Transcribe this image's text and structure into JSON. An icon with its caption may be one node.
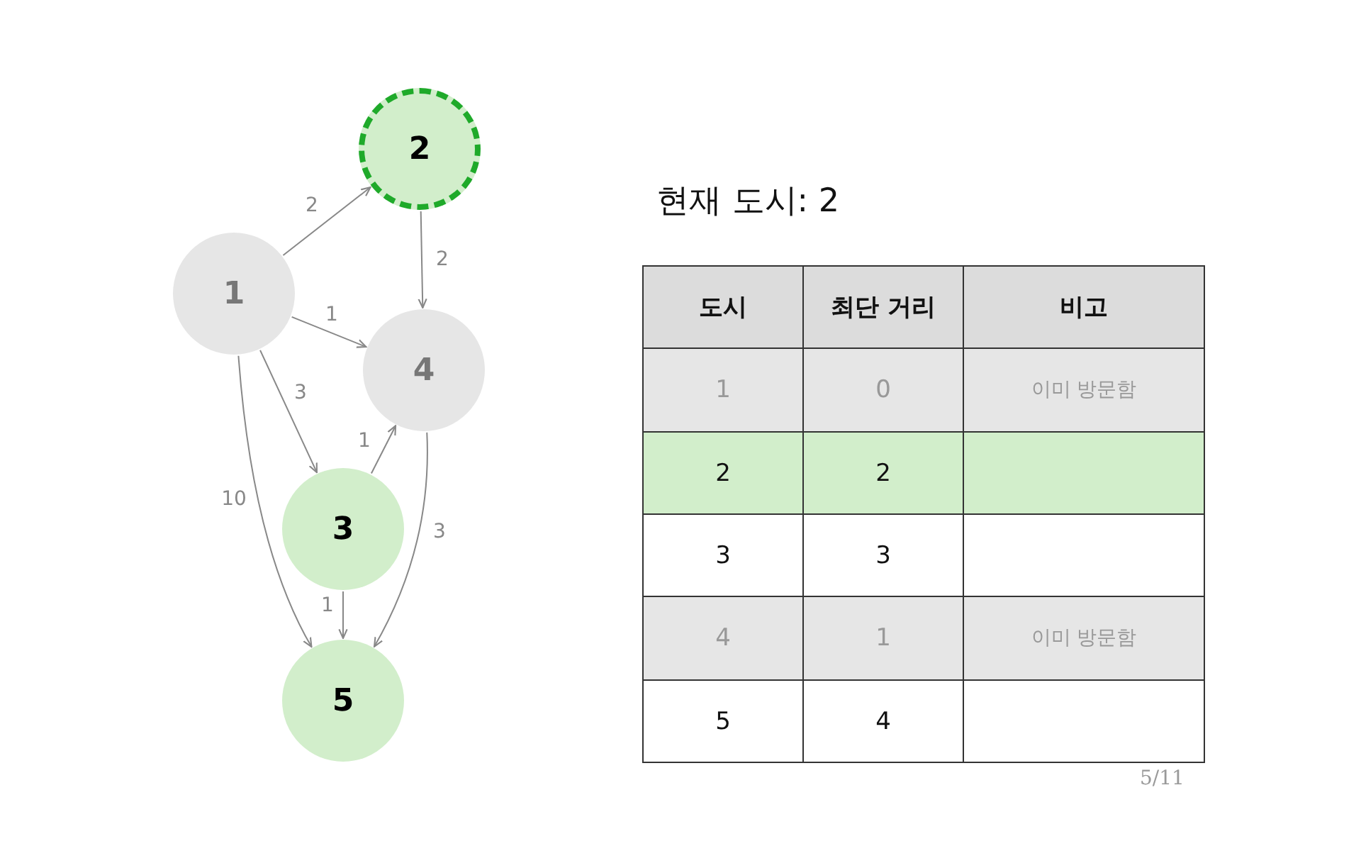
{
  "diagram": {
    "title": "현재 도시: 2",
    "nodes": [
      {
        "text": [
          "1"
        ]
      },
      {
        "text": [
          "2"
        ]
      },
      {
        "text": [
          "4"
        ]
      },
      {
        "text": [
          "3"
        ]
      },
      {
        "text": [
          "5"
        ]
      }
    ],
    "edges": [
      {
        "from": 0,
        "to": 1,
        "arrow": "to",
        "label": "2"
      },
      {
        "from": 1,
        "to": 2,
        "arrow": "to",
        "label": "2"
      },
      {
        "from": 0,
        "to": 2,
        "arrow": "to",
        "label": "1"
      },
      {
        "from": 0,
        "to": 3,
        "arrow": "to",
        "label": "3"
      },
      {
        "from": 3,
        "to": 2,
        "arrow": "to",
        "label": "1"
      },
      {
        "from": 0,
        "to": 4,
        "arrow": "to",
        "label": "10"
      },
      {
        "from": 2,
        "to": 4,
        "arrow": "to",
        "label": "3"
      },
      {
        "from": 3,
        "to": 4,
        "arrow": "to",
        "label": "1"
      }
    ],
    "labels": [
      "도시",
      "최단 거리",
      "비고",
      "1",
      "0",
      "이미 방문함",
      "2",
      "2",
      "3",
      "3",
      "4",
      "1",
      "이미 방문함",
      "5",
      "4",
      "5/11"
    ]
  }
}
